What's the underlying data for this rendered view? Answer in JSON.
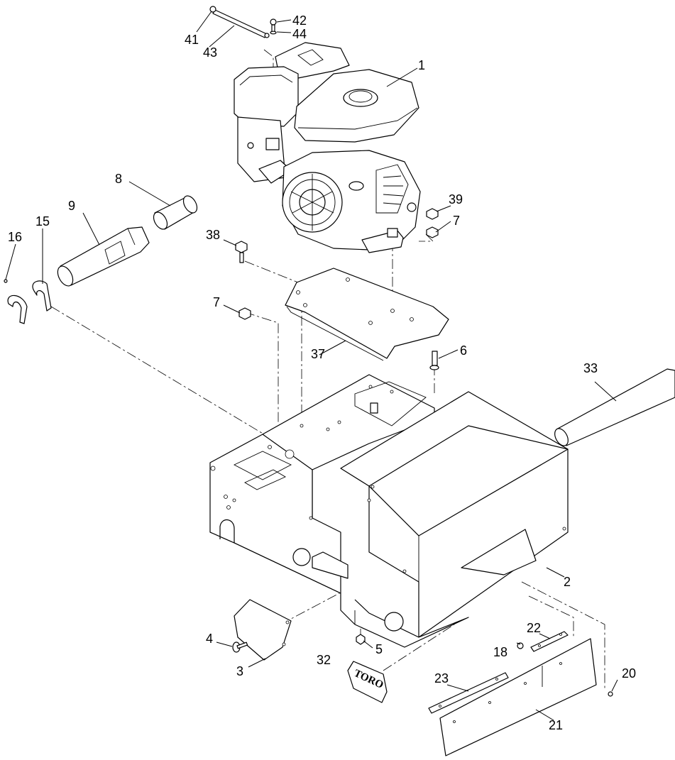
{
  "callouts": [
    {
      "id": "c1",
      "text": "1"
    },
    {
      "id": "c2",
      "text": "2"
    },
    {
      "id": "c3",
      "text": "3"
    },
    {
      "id": "c4",
      "text": "4"
    },
    {
      "id": "c5",
      "text": "5"
    },
    {
      "id": "c6",
      "text": "6"
    },
    {
      "id": "c7a",
      "text": "7"
    },
    {
      "id": "c7b",
      "text": "7"
    },
    {
      "id": "c8",
      "text": "8"
    },
    {
      "id": "c9",
      "text": "9"
    },
    {
      "id": "c15",
      "text": "15"
    },
    {
      "id": "c16",
      "text": "16"
    },
    {
      "id": "c18",
      "text": "18"
    },
    {
      "id": "c20",
      "text": "20"
    },
    {
      "id": "c21",
      "text": "21"
    },
    {
      "id": "c22",
      "text": "22"
    },
    {
      "id": "c23",
      "text": "23"
    },
    {
      "id": "c32",
      "text": "32"
    },
    {
      "id": "c33",
      "text": "33"
    },
    {
      "id": "c37",
      "text": "37"
    },
    {
      "id": "c38",
      "text": "38"
    },
    {
      "id": "c39",
      "text": "39"
    },
    {
      "id": "c41",
      "text": "41"
    },
    {
      "id": "c42",
      "text": "42"
    },
    {
      "id": "c43",
      "text": "43"
    },
    {
      "id": "c44",
      "text": "44"
    }
  ],
  "logo_badge": {
    "text": "TORO"
  }
}
